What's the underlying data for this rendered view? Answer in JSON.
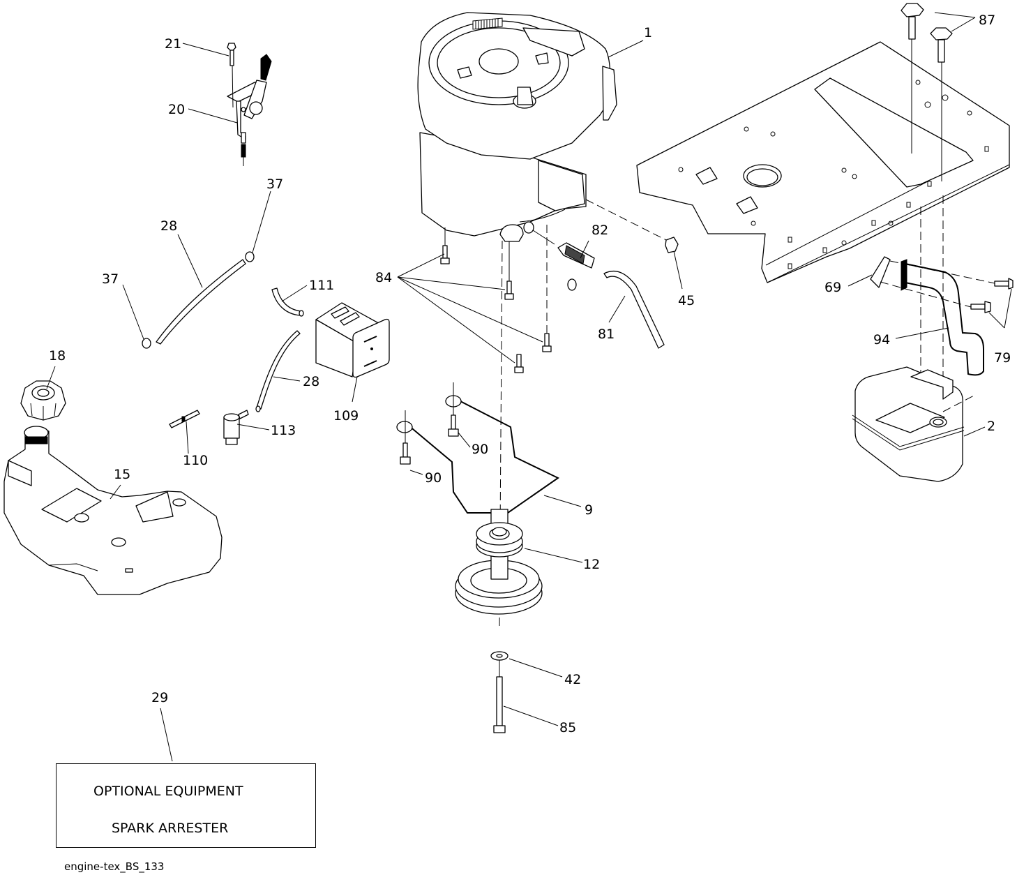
{
  "diagram": {
    "type": "exploded-parts-diagram",
    "subject": "Engine assembly",
    "figure_id": "engine-tex_BS_133",
    "callouts": [
      {
        "id": "c1",
        "number": "1",
        "part": "engine"
      },
      {
        "id": "c2",
        "number": "2",
        "part": "muffler"
      },
      {
        "id": "c9",
        "number": "9",
        "part": "muffler-bracket-rod"
      },
      {
        "id": "c12",
        "number": "12",
        "part": "engine-pulley"
      },
      {
        "id": "c15",
        "number": "15",
        "part": "fuel-tank"
      },
      {
        "id": "c18",
        "number": "18",
        "part": "fuel-cap"
      },
      {
        "id": "c20",
        "number": "20",
        "part": "throttle-control"
      },
      {
        "id": "c21",
        "number": "21",
        "part": "screw"
      },
      {
        "id": "c28a",
        "number": "28",
        "part": "fuel-hose"
      },
      {
        "id": "c28b",
        "number": "28",
        "part": "fuel-hose"
      },
      {
        "id": "c29",
        "number": "29",
        "part": "spark-arrester"
      },
      {
        "id": "c37a",
        "number": "37",
        "part": "hose-clamp"
      },
      {
        "id": "c37b",
        "number": "37",
        "part": "hose-clamp"
      },
      {
        "id": "c42",
        "number": "42",
        "part": "washer"
      },
      {
        "id": "c45",
        "number": "45",
        "part": "nut"
      },
      {
        "id": "c69",
        "number": "69",
        "part": "gasket"
      },
      {
        "id": "c79",
        "number": "79",
        "part": "bolts"
      },
      {
        "id": "c81",
        "number": "81",
        "part": "drain-hose"
      },
      {
        "id": "c82",
        "number": "82",
        "part": "oil-drain-valve"
      },
      {
        "id": "c84",
        "number": "84",
        "part": "engine-bolts"
      },
      {
        "id": "c85",
        "number": "85",
        "part": "pulley-bolt"
      },
      {
        "id": "c87",
        "number": "87",
        "part": "flange-bolts"
      },
      {
        "id": "c90a",
        "number": "90",
        "part": "bolt"
      },
      {
        "id": "c90b",
        "number": "90",
        "part": "bolt"
      },
      {
        "id": "c94",
        "number": "94",
        "part": "exhaust-pipe"
      },
      {
        "id": "c109",
        "number": "109",
        "part": "fuel-filter-box"
      },
      {
        "id": "c110",
        "number": "110",
        "part": "t-connector"
      },
      {
        "id": "c111",
        "number": "111",
        "part": "hose"
      },
      {
        "id": "c113",
        "number": "113",
        "part": "fuel-pump"
      }
    ],
    "note": {
      "callout": "29",
      "line1": "OPTIONAL EQUIPMENT",
      "line2": "SPARK ARRESTER"
    }
  }
}
